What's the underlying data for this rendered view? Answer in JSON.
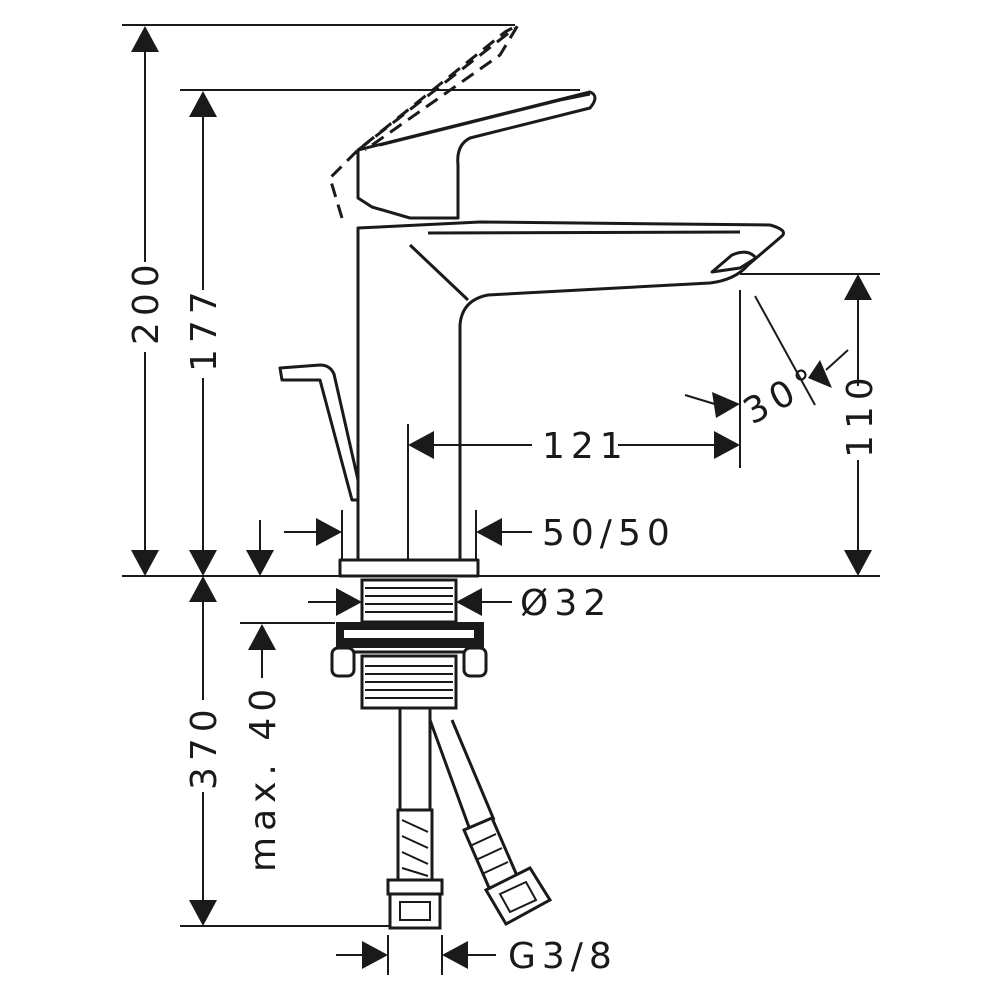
{
  "dimensions": {
    "total_height": "200",
    "spout_height": "177",
    "outlet_height": "110",
    "projection": "121",
    "hole_range": "50/50",
    "thread_diameter": "Ø32",
    "hose_length": "370",
    "max_thickness": "max. 40",
    "angle": "30°",
    "connection": "G3/8"
  },
  "colors": {
    "line": "#1a1a1a",
    "background": "#ffffff"
  }
}
